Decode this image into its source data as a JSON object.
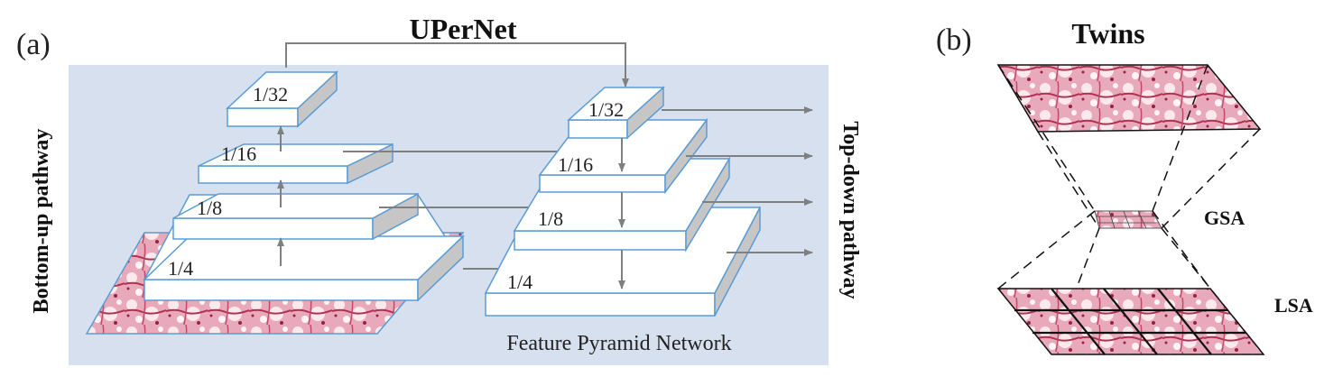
{
  "panel_a": {
    "tag": "(a)",
    "title": "UPerNet",
    "left_side_label": "Bottom-up pathway",
    "right_side_label": "Top-down pathway",
    "caption": "Feature Pyramid Network",
    "backbone_levels": [
      "1/32",
      "1/16",
      "1/8",
      "1/4"
    ],
    "fpn_levels": [
      "1/32",
      "1/16",
      "1/8",
      "1/4"
    ]
  },
  "panel_b": {
    "tag": "(b)",
    "title": "Twins",
    "gsa_label": "GSA",
    "lsa_label": "LSA"
  },
  "colors": {
    "panel_background": "#d6e0ef",
    "slab_top": "#ffffff",
    "slab_edge": "#5b9bd5",
    "slab_side": "#c6c6c6",
    "arrow": "#808080",
    "tissue_pink": "#e8a9bb",
    "tissue_dark": "#b0304f"
  }
}
